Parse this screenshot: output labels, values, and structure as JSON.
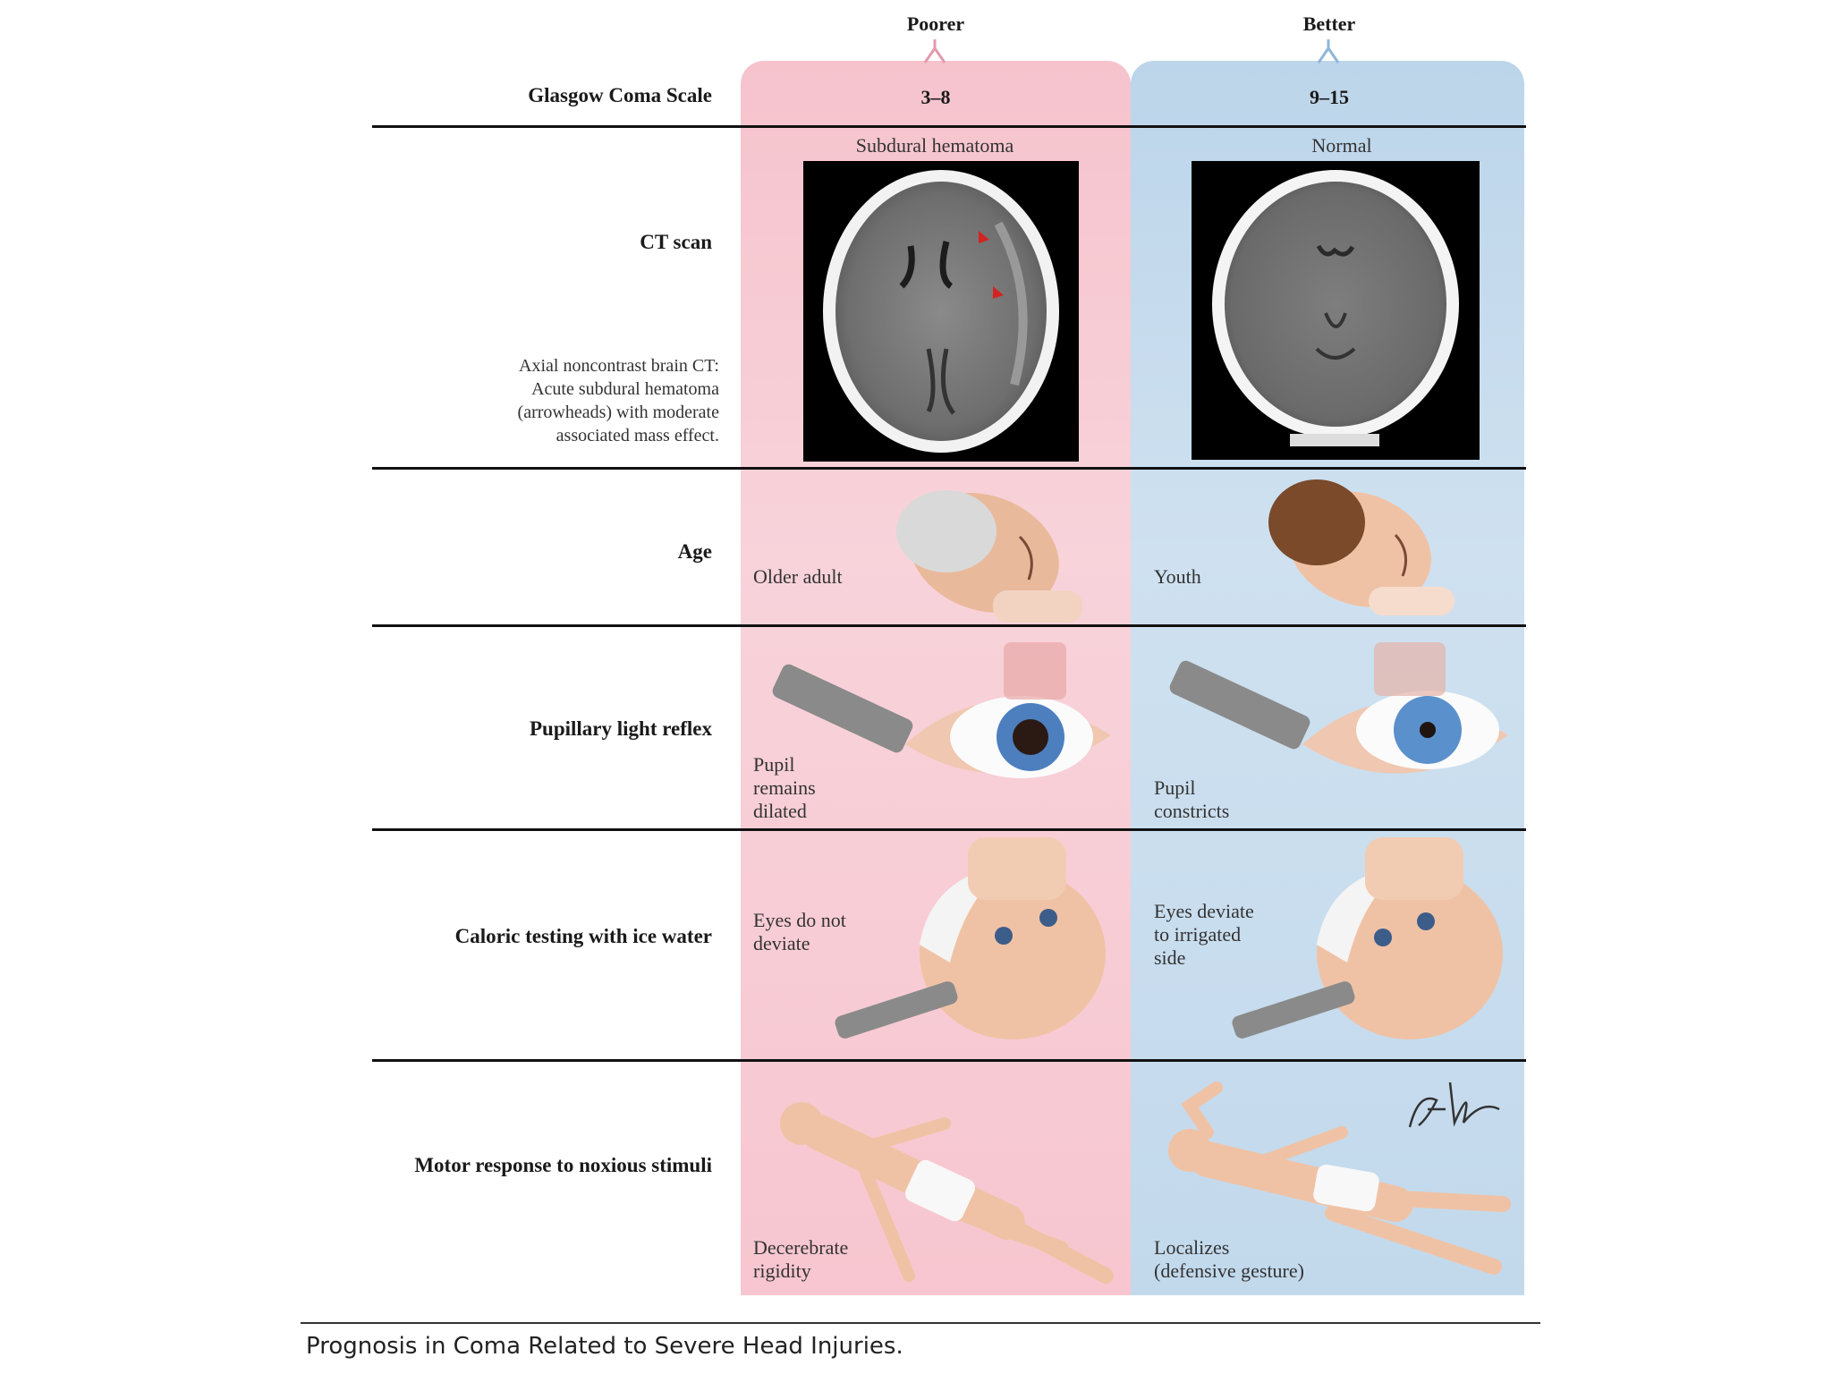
{
  "columns": {
    "poorer": "Poorer",
    "better": "Better"
  },
  "rows": {
    "gcs": {
      "label": "Glasgow Coma Scale",
      "poorer": "3–8",
      "better": "9–15"
    },
    "ct": {
      "label": "CT scan",
      "poorer_caption": "Subdural hematoma",
      "better_caption": "Normal",
      "note": [
        "Axial noncontrast brain CT:",
        "Acute subdural hematoma",
        "(arrowheads) with moderate",
        "associated mass effect."
      ]
    },
    "age": {
      "label": "Age",
      "poorer": "Older adult",
      "better": "Youth"
    },
    "pupil": {
      "label": "Pupillary light reflex",
      "poorer": [
        "Pupil",
        "remains",
        "dilated"
      ],
      "better": [
        "Pupil",
        "constricts"
      ]
    },
    "caloric": {
      "label": "Caloric testing with ice water",
      "poorer": [
        "Eyes do not",
        "deviate"
      ],
      "better": [
        "Eyes deviate",
        "to irrigated",
        "side"
      ]
    },
    "motor": {
      "label": "Motor response to noxious stimuli",
      "poorer": [
        "Decerebrate",
        "rigidity"
      ],
      "better": [
        "Localizes",
        "(defensive gesture)"
      ]
    }
  },
  "signature": "F. Netter M.D.",
  "footer": "Prognosis in Coma Related to Severe Head Injuries.",
  "colors": {
    "poorer_bg": "#f6c3cd",
    "better_bg": "#bcd5ea",
    "rule": "#111111"
  }
}
